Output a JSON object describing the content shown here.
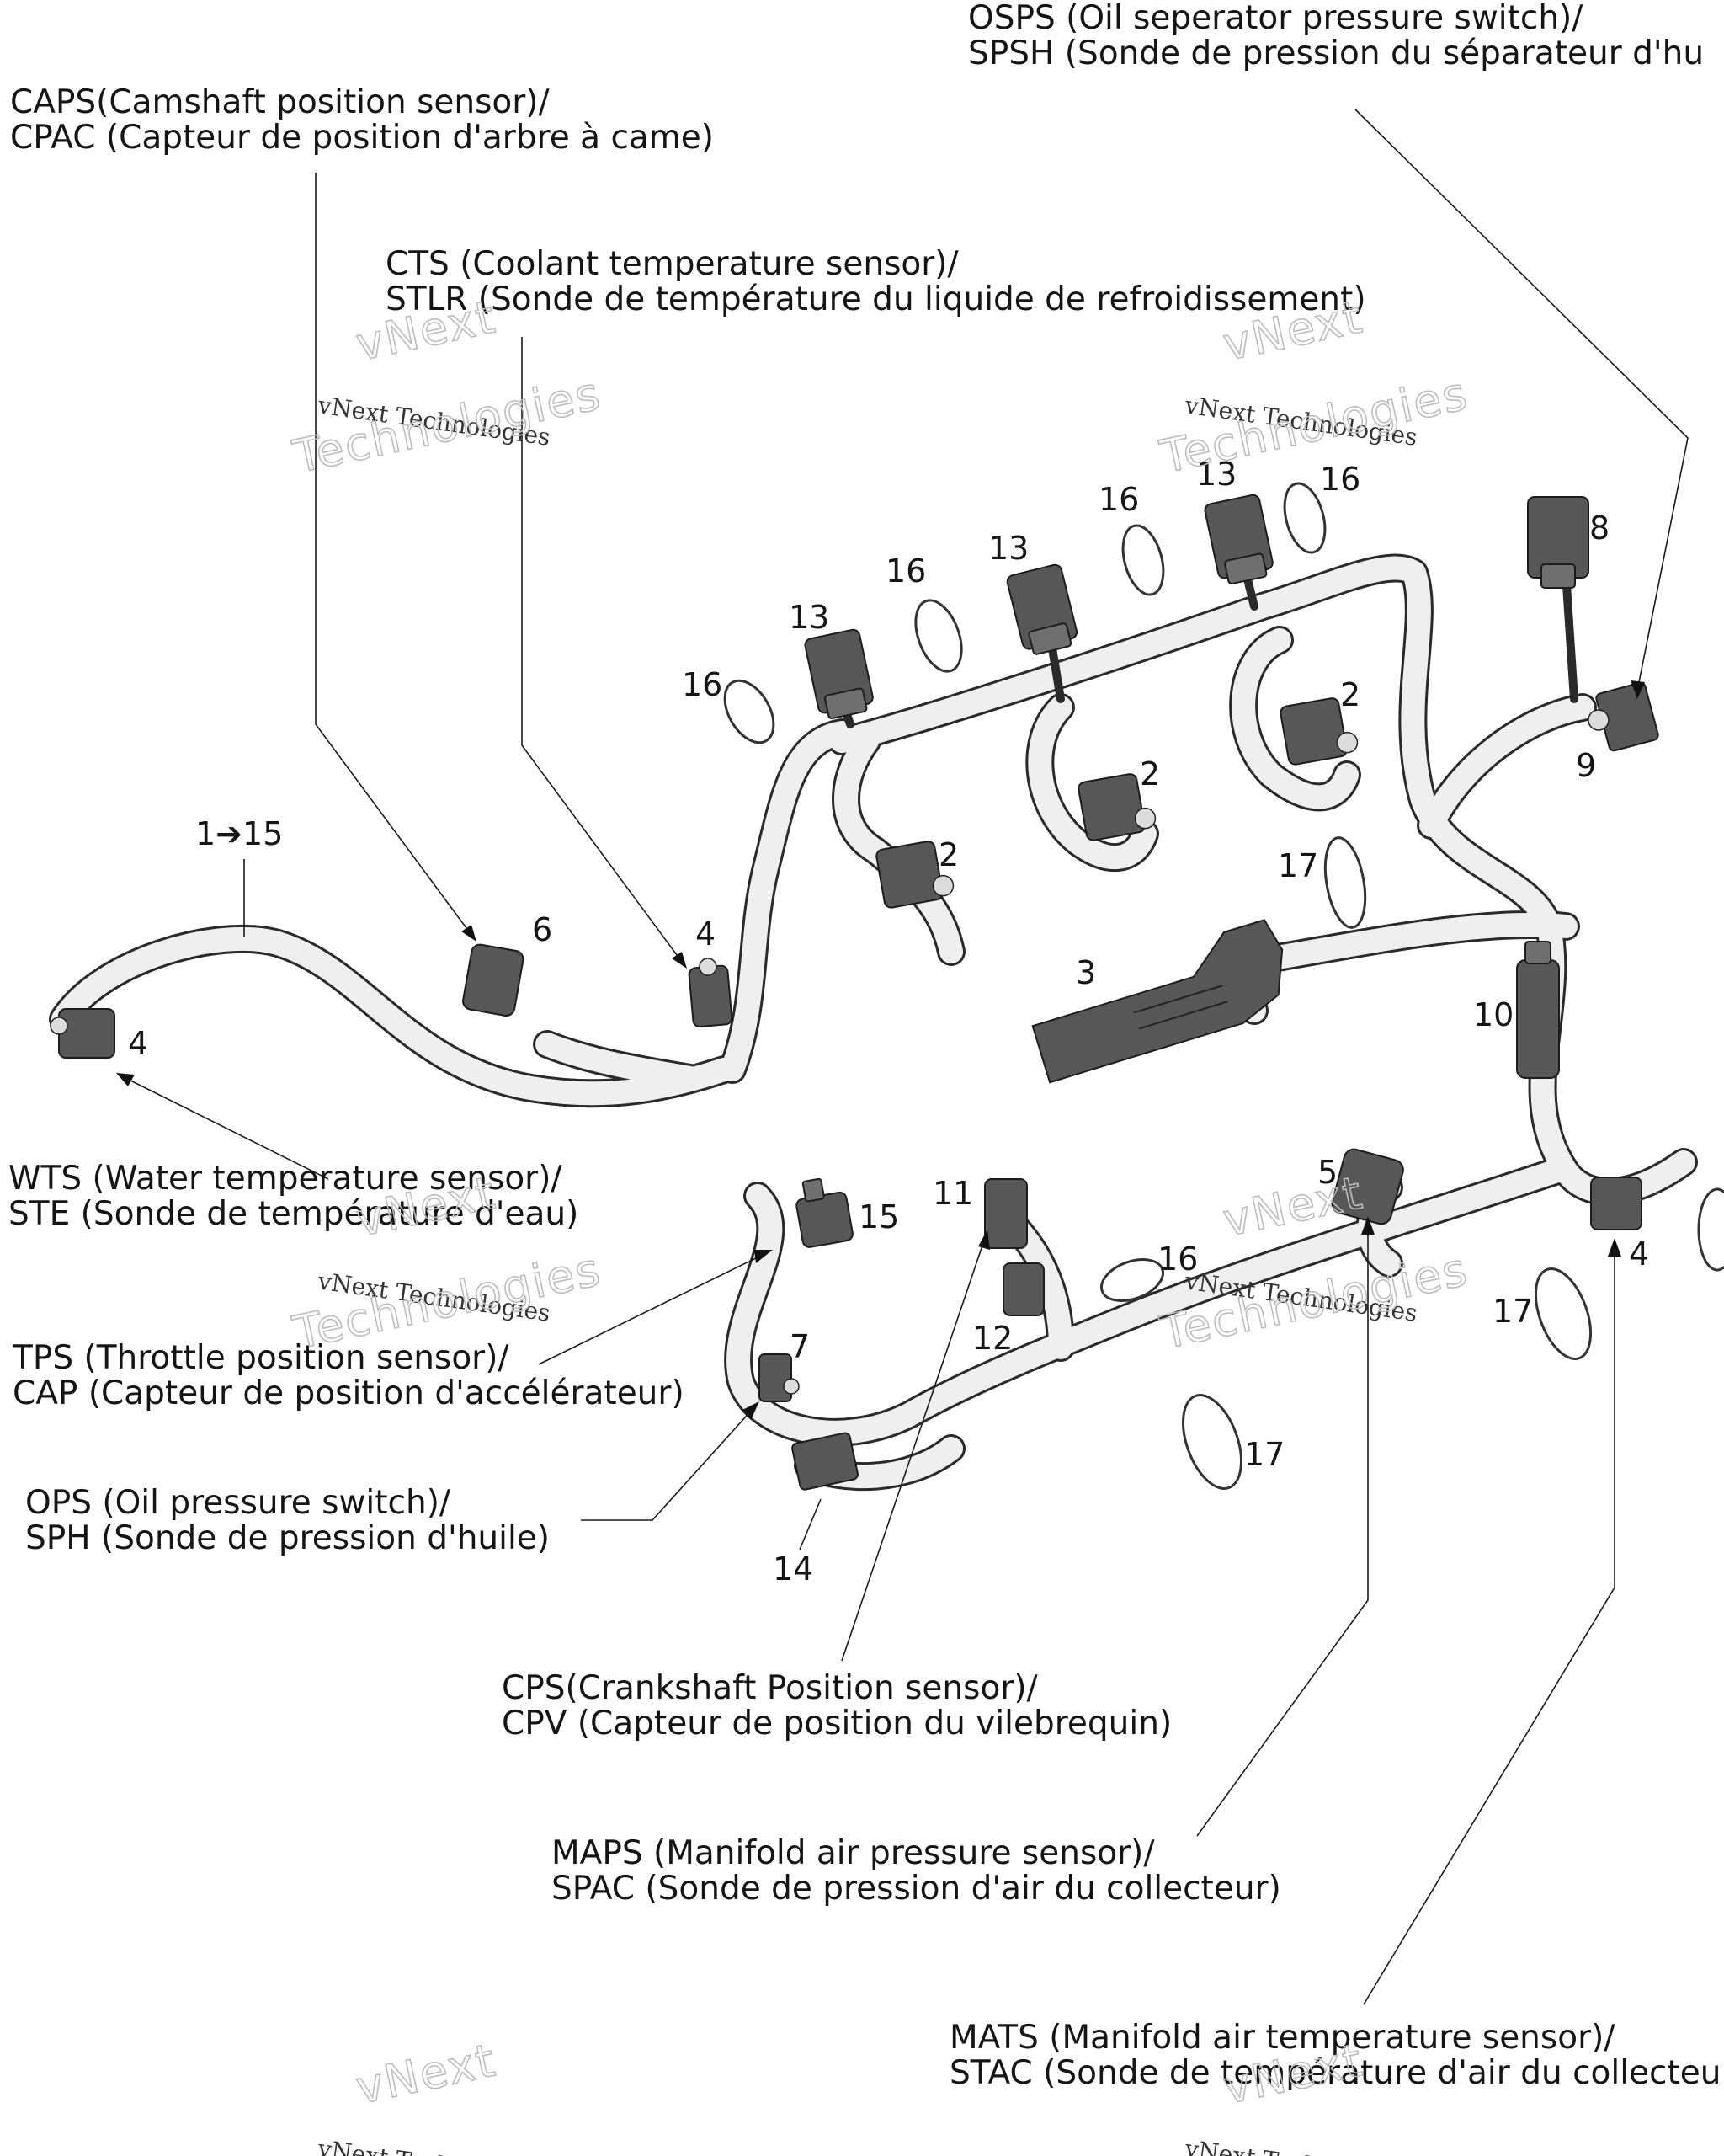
{
  "callouts": [
    {
      "id": "osps",
      "line1": "OSPS (Oil seperator pressure switch)/",
      "line2": "SPSH (Sonde de pression du séparateur d'hu"
    },
    {
      "id": "caps",
      "line1": "CAPS(Camshaft position sensor)/",
      "line2": "CPAC (Capteur de position d'arbre à came)"
    },
    {
      "id": "cts",
      "line1": "CTS (Coolant temperature sensor)/",
      "line2": "STLR (Sonde de température du liquide de refroidissement)"
    },
    {
      "id": "wts",
      "line1": "WTS (Water temperature sensor)/",
      "line2": "STE (Sonde de température d'eau)"
    },
    {
      "id": "tps",
      "line1": "TPS (Throttle position sensor)/",
      "line2": "CAP (Capteur de position d'accélérateur)"
    },
    {
      "id": "ops",
      "line1": "OPS (Oil pressure switch)/",
      "line2": "SPH (Sonde de pression d'huile)"
    },
    {
      "id": "cps",
      "line1": "CPS(Crankshaft Position sensor)/",
      "line2": "CPV (Capteur de position du vilebrequin)"
    },
    {
      "id": "maps",
      "line1": "MAPS (Manifold air pressure sensor)/",
      "line2": "SPAC (Sonde de pression d'air du collecteur)"
    },
    {
      "id": "mats",
      "line1": "MATS (Manifold air temperature sensor)/",
      "line2": "STAC (Sonde de température d'air du collecteu"
    }
  ],
  "part_numbers": {
    "n1to15": "1➔15",
    "n2": "2",
    "n3": "3",
    "n4": "4",
    "n5": "5",
    "n6": "6",
    "n7": "7",
    "n8": "8",
    "n9": "9",
    "n10": "10",
    "n11": "11",
    "n12": "12",
    "n13": "13",
    "n14": "14",
    "n15": "15",
    "n16": "16",
    "n17": "17"
  },
  "watermark": {
    "top": "vNext",
    "middle": "vNext Technologies",
    "bottom": "Technologies"
  }
}
